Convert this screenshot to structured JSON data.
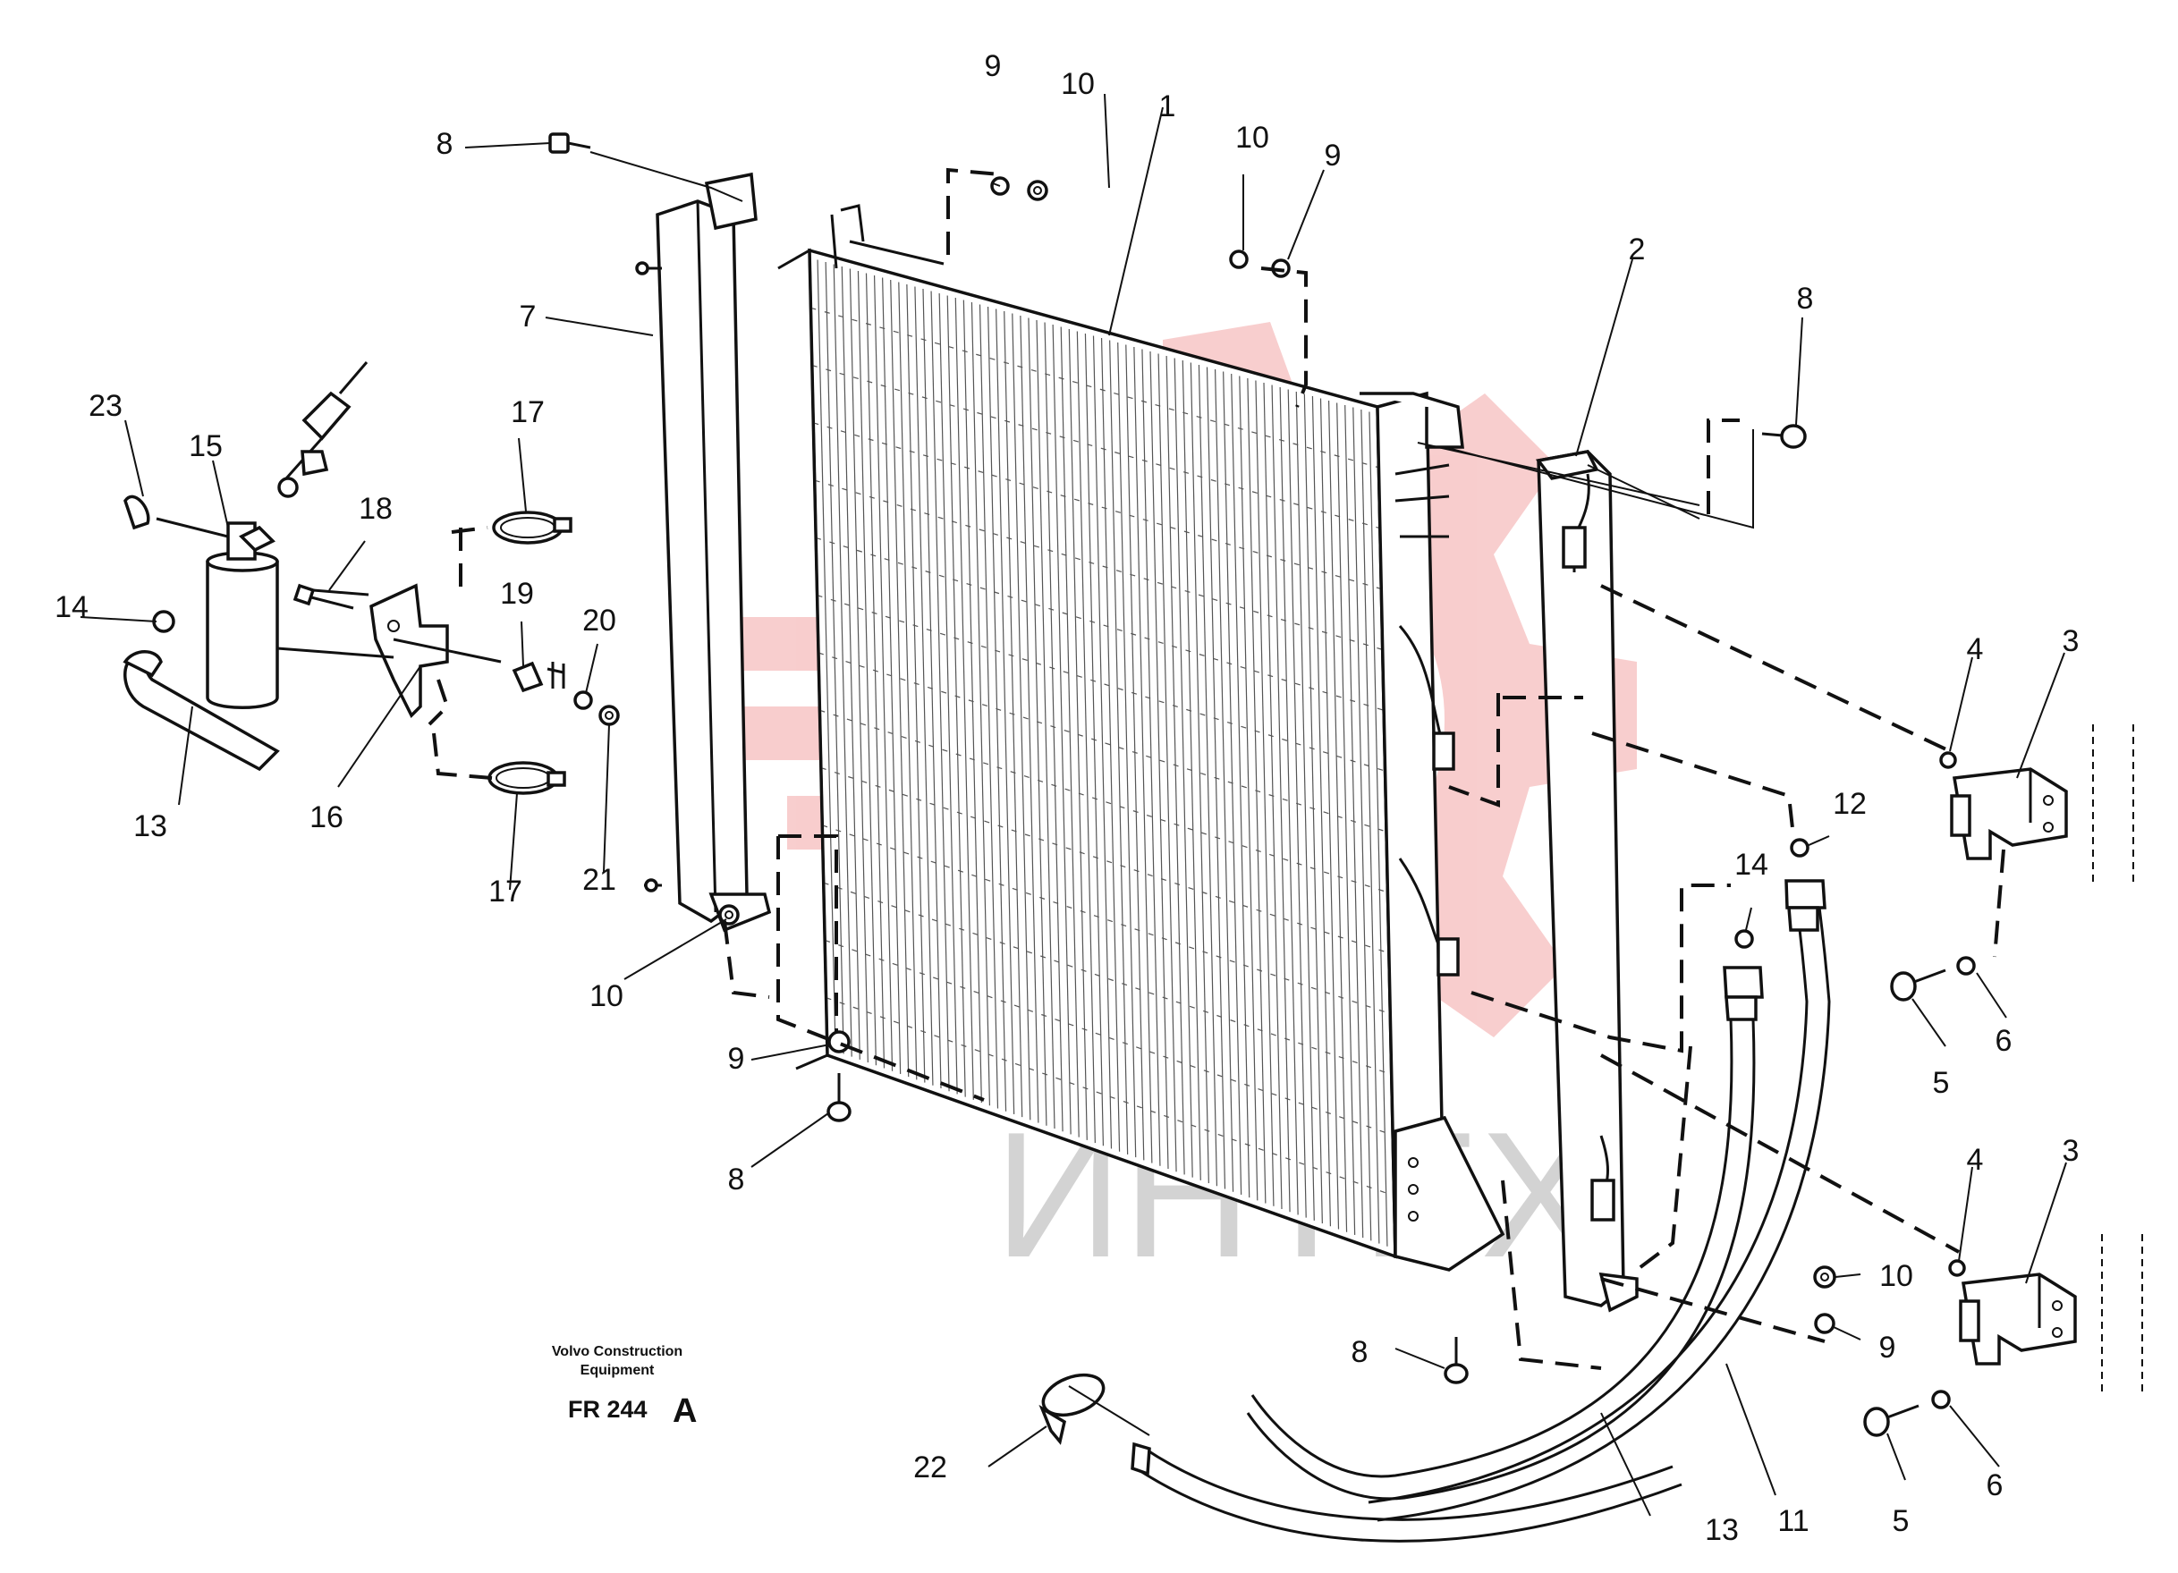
{
  "callouts": [
    {
      "id": "c1",
      "text": "1"
    },
    {
      "id": "c2",
      "text": "2"
    },
    {
      "id": "c3a",
      "text": "3"
    },
    {
      "id": "c3b",
      "text": "3"
    },
    {
      "id": "c4a",
      "text": "4"
    },
    {
      "id": "c4b",
      "text": "4"
    },
    {
      "id": "c5a",
      "text": "5"
    },
    {
      "id": "c5b",
      "text": "5"
    },
    {
      "id": "c6a",
      "text": "6"
    },
    {
      "id": "c6b",
      "text": "6"
    },
    {
      "id": "c7",
      "text": "7"
    },
    {
      "id": "c8a",
      "text": "8"
    },
    {
      "id": "c8b",
      "text": "8"
    },
    {
      "id": "c8c",
      "text": "8"
    },
    {
      "id": "c8d",
      "text": "8"
    },
    {
      "id": "c9a",
      "text": "9"
    },
    {
      "id": "c9b",
      "text": "9"
    },
    {
      "id": "c9c",
      "text": "9"
    },
    {
      "id": "c9d",
      "text": "9"
    },
    {
      "id": "c10a",
      "text": "10"
    },
    {
      "id": "c10b",
      "text": "10"
    },
    {
      "id": "c10c",
      "text": "10"
    },
    {
      "id": "c10d",
      "text": "10"
    },
    {
      "id": "c11",
      "text": "11"
    },
    {
      "id": "c12",
      "text": "12"
    },
    {
      "id": "c13a",
      "text": "13"
    },
    {
      "id": "c13b",
      "text": "13"
    },
    {
      "id": "c14a",
      "text": "14"
    },
    {
      "id": "c14b",
      "text": "14"
    },
    {
      "id": "c15",
      "text": "15"
    },
    {
      "id": "c16",
      "text": "16"
    },
    {
      "id": "c17a",
      "text": "17"
    },
    {
      "id": "c17b",
      "text": "17"
    },
    {
      "id": "c18",
      "text": "18"
    },
    {
      "id": "c19",
      "text": "19"
    },
    {
      "id": "c20",
      "text": "20"
    },
    {
      "id": "c21",
      "text": "21"
    },
    {
      "id": "c22",
      "text": "22"
    },
    {
      "id": "c23",
      "text": "23"
    }
  ],
  "title_block": {
    "company_line1": "Volvo Construction",
    "company_line2": "Equipment",
    "figure_ref": "FR 244",
    "revision": "A"
  },
  "watermark": {
    "text": "ИНТЕХ",
    "colors": {
      "gear": "#f2a3a3",
      "text": "#c8c8c8"
    }
  }
}
